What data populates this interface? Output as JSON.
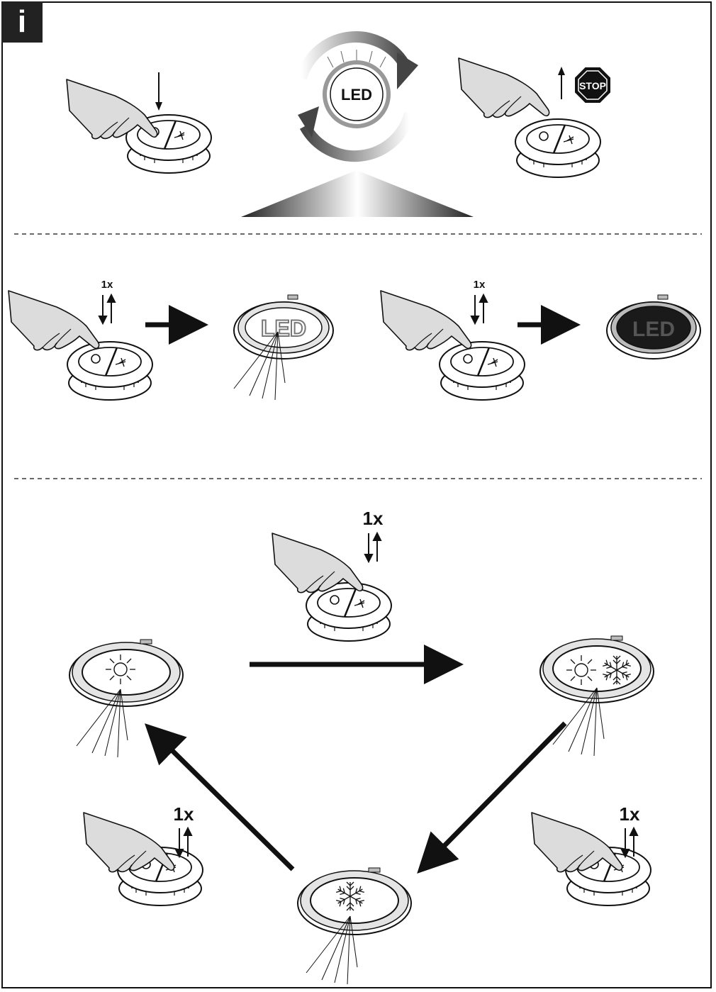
{
  "badge": {
    "letter": "i"
  },
  "labels": {
    "led": "LED",
    "stop": "STOP",
    "press_once": "1x"
  },
  "icons": {
    "hand": "pointing-hand-icon",
    "switch": "two-button-switch-icon",
    "light": "recessed-light-icon",
    "sun": "sun-icon",
    "snowflake": "snowflake-icon",
    "stop": "stop-sign-icon",
    "cycle": "dimming-cycle-icon"
  },
  "colors": {
    "line": "#111111",
    "hand_fill": "#dcdcdc",
    "led_dark": "#1a1a1a"
  }
}
